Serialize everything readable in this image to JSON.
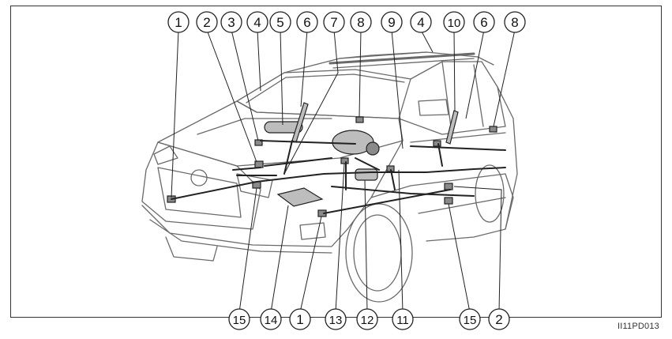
{
  "callouts_top": [
    "1",
    "2",
    "3",
    "4",
    "5",
    "6",
    "7",
    "8",
    "9",
    "4",
    "10",
    "6",
    "8"
  ],
  "callouts_bottom": [
    "15",
    "14",
    "1",
    "13",
    "12",
    "11",
    "15",
    "2"
  ],
  "figure_code": "II11PD013",
  "colors": {
    "line": "#222222",
    "part_fill": "#bdbdbd",
    "part_dark": "#8a8a8a",
    "car_stroke": "#555555"
  }
}
